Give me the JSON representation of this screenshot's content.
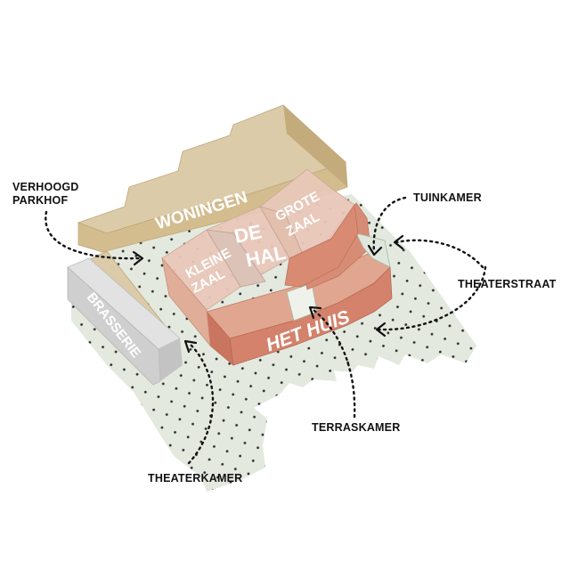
{
  "labels": {
    "woningen": "WONINGEN",
    "brasserie": "BRASSERIE",
    "kleine_zaal_1": "KLEINE",
    "kleine_zaal_2": "ZAAL",
    "de_hal_1": "DE",
    "de_hal_2": "HAL",
    "grote_zaal_1": "GROTE",
    "grote_zaal_2": "ZAAL",
    "het_huis": "HET HUIS"
  },
  "callouts": {
    "verhoogd_1": "VERHOOGD",
    "verhoogd_2": "PARKHOF",
    "tuinkamer": "TUINKAMER",
    "theaterstraat": "THEATERSTRAAT",
    "terraskamer": "TERRASKAMER",
    "theaterkamer": "THEATERKAMER"
  },
  "colors": {
    "ground": "#e3e9df",
    "ground_dots": "#2b2b2b",
    "housing_top": "#dccba8",
    "housing_side": "#c9b285",
    "housing_front": "#d7c297",
    "brasserie_side": "#cfcfcf",
    "brasserie_top": "#dedede",
    "theatre_top": "#e6b8a6",
    "theatre_side": "#d99480",
    "theatre_front": "#d4826c",
    "hal_top": "#e7c9b8"
  }
}
